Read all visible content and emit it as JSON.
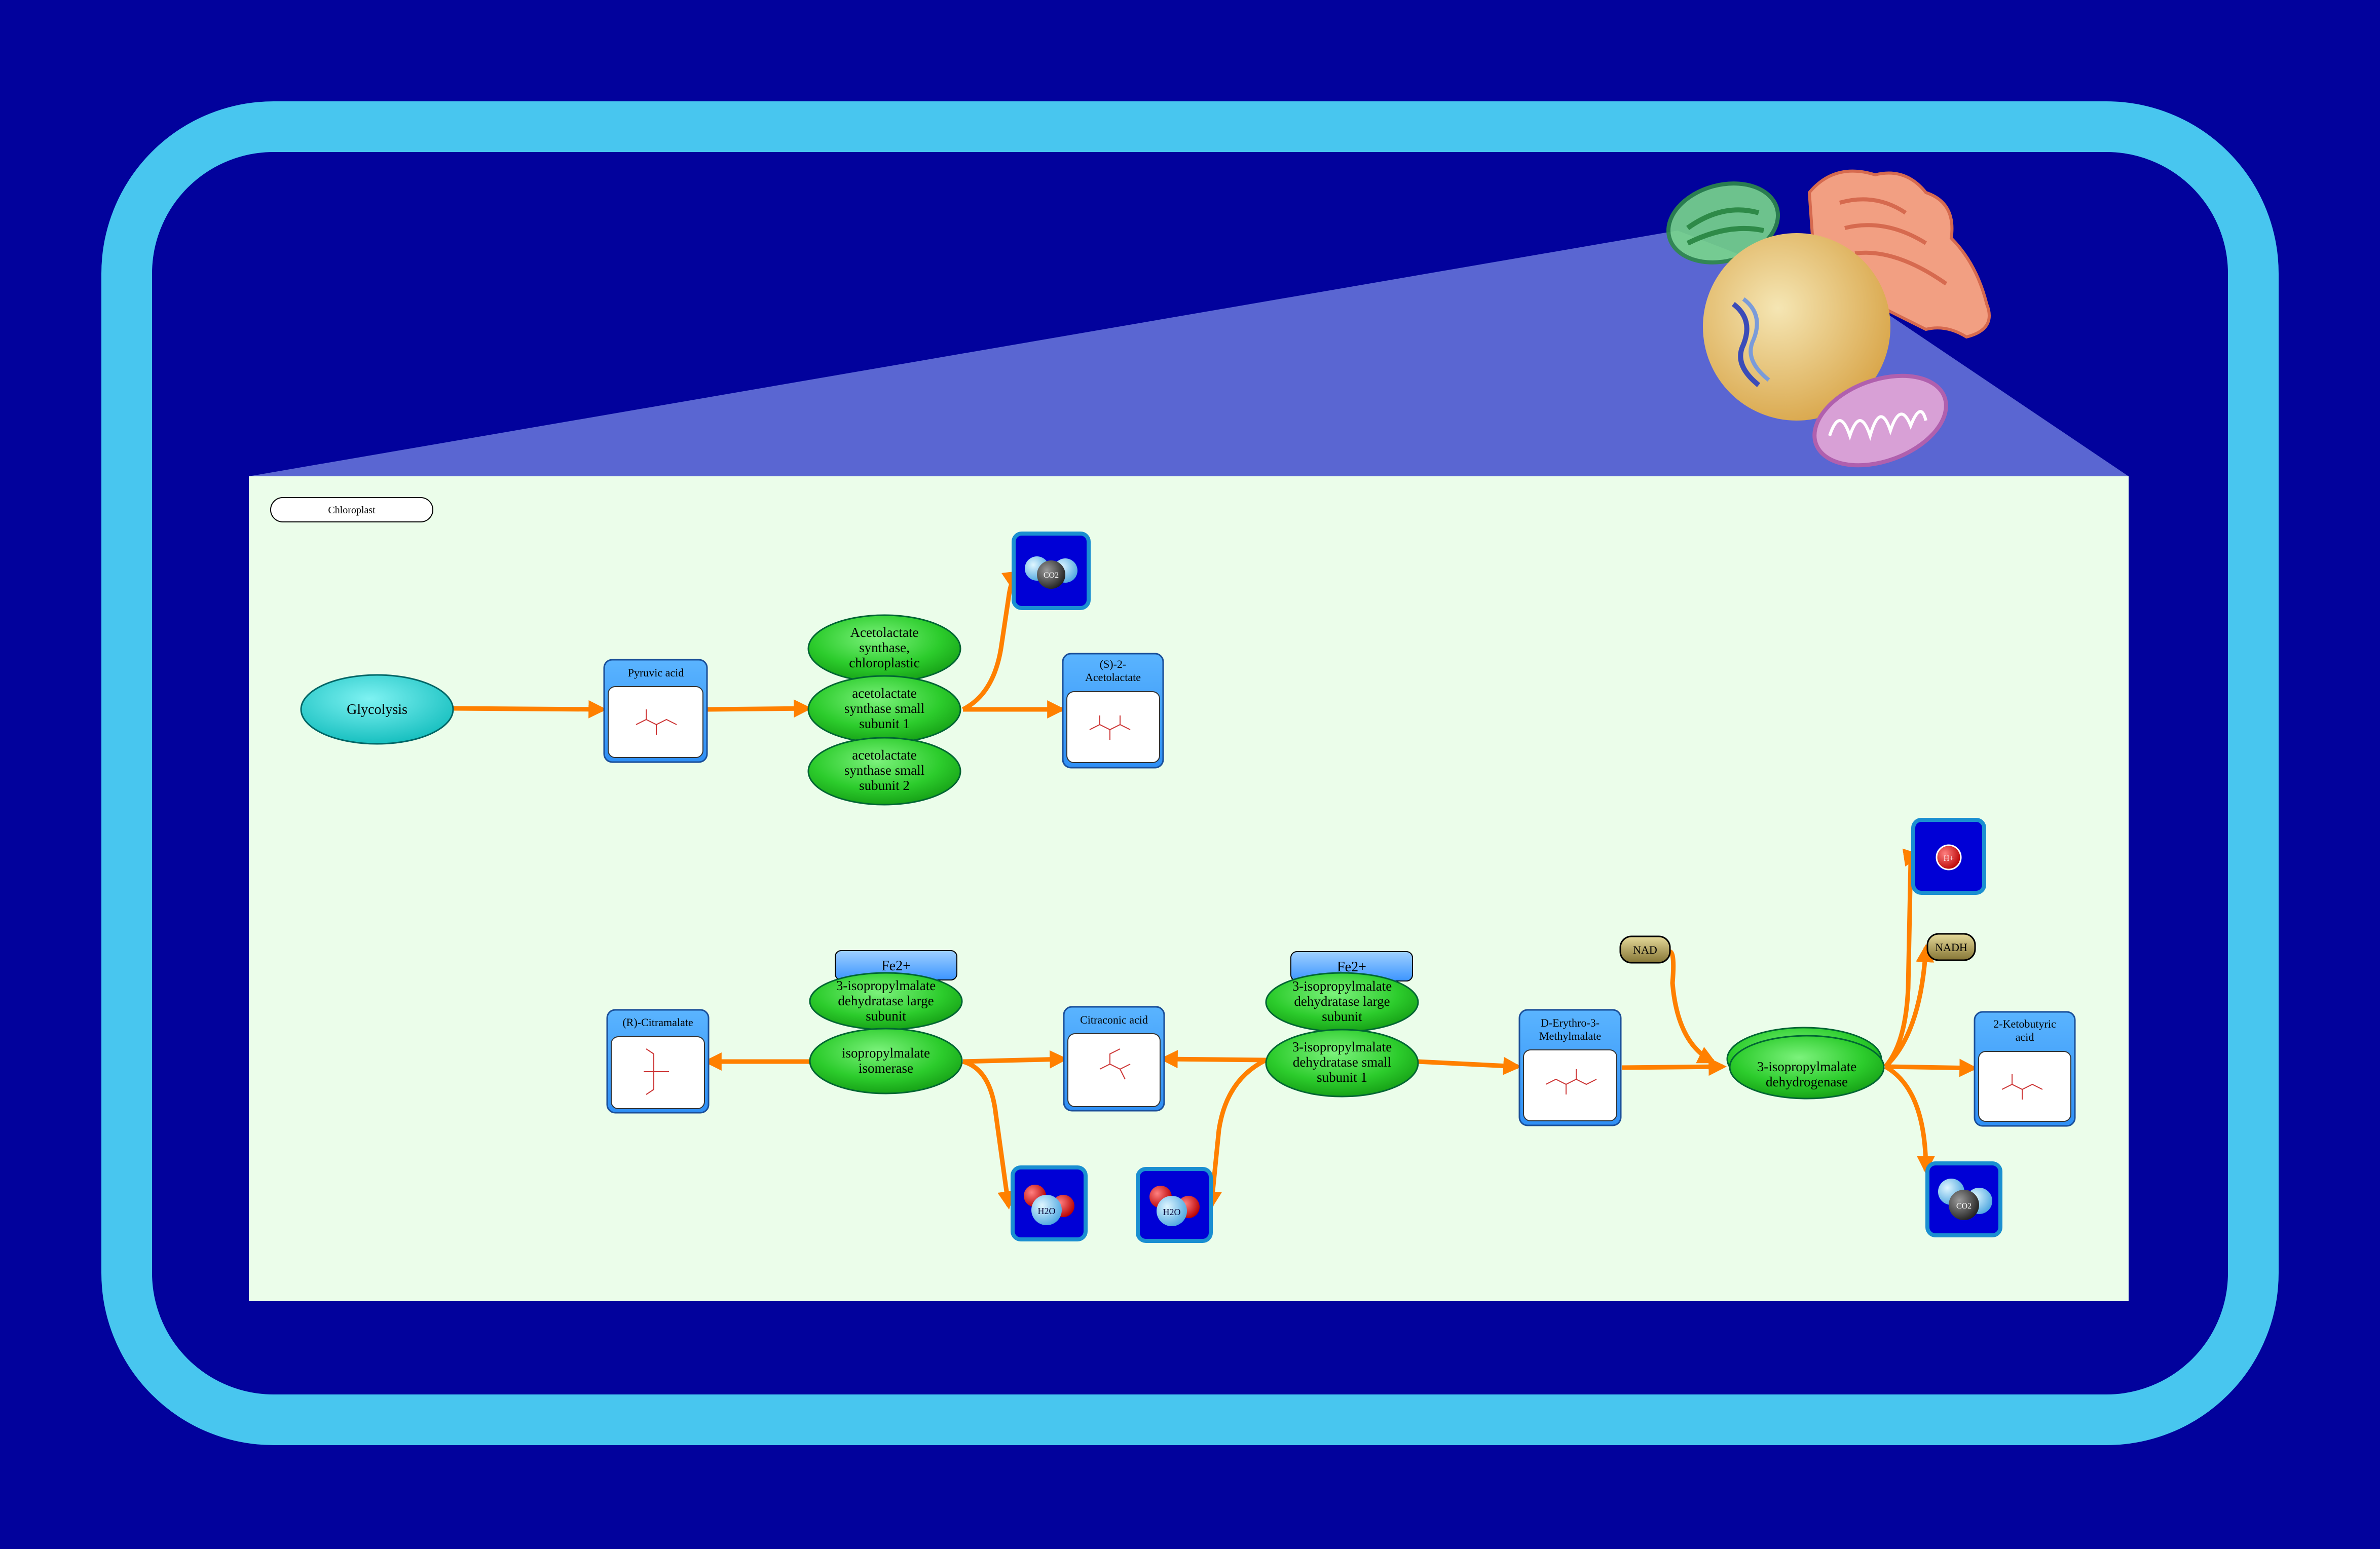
{
  "compartment": {
    "label": "Chloroplast"
  },
  "nodes": {
    "glycolysis": "Glycolysis",
    "pyruvic_acid": "Pyruvic acid",
    "acetolactate_s": [
      "(S)-2-",
      "Acetolactate"
    ],
    "enz_als_chloro": [
      "Acetolactate",
      "synthase,",
      "chloroplastic"
    ],
    "enz_als_small1": [
      "acetolactate",
      "synthase small",
      "subunit 1"
    ],
    "enz_als_small2": [
      "acetolactate",
      "synthase small",
      "subunit 2"
    ],
    "r_citramalate": "(R)-Citramalate",
    "citraconic_acid": "Citraconic acid",
    "erythro_methylmalate": [
      "D-Erythro-3-",
      "Methylmalate"
    ],
    "ketobutyric_acid": [
      "2-Ketobutyric",
      "acid"
    ],
    "fe2_left": "Fe2+",
    "fe2_right": "Fe2+",
    "enz_ipm_large_left": [
      "3-isopropylmalate",
      "dehydratase large",
      "subunit"
    ],
    "enz_ipm_isomerase": [
      "isopropylmalate",
      "isomerase"
    ],
    "enz_ipm_large_right": [
      "3-isopropylmalate",
      "dehydratase large",
      "subunit"
    ],
    "enz_ipm_small_right": [
      "3-isopropylmalate",
      "dehydratase small",
      "subunit 1"
    ],
    "enz_ipm_dehydrogenase": [
      "3-isopropylmalate",
      "dehydrogenase"
    ],
    "nad": "NAD",
    "nadh": "NADH",
    "co2_top": "CO2",
    "co2_bottom": "CO2",
    "h2o_left": "H2O",
    "h2o_right": "H2O",
    "h_plus": "H+"
  },
  "colors": {
    "background": "#02029c",
    "frame": "#48c6ef",
    "panel": "#ebfdea",
    "arrow": "#ff8000",
    "enzyme": "#22c322",
    "metabolite_header": "#3fa2ff",
    "pathway": "#17c6c6",
    "cofactor": "#9c8c4b"
  },
  "icons": [
    "cell-organelles-icon",
    "co2-molecule-icon",
    "h2o-molecule-icon",
    "proton-icon"
  ]
}
